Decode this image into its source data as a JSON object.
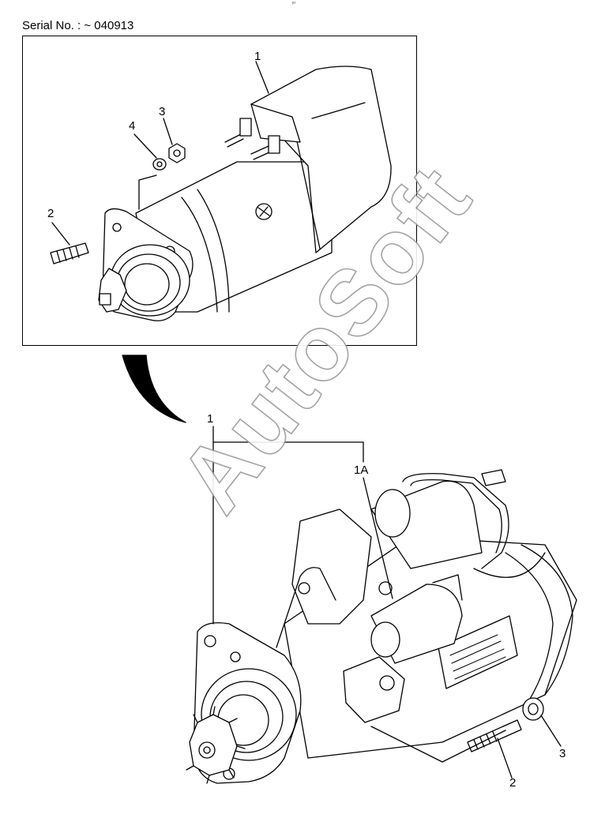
{
  "header": {
    "serial": "Serial No. : ~ 040913",
    "tiny_mark": "ᵖᵒ"
  },
  "top_view": {
    "callouts": {
      "c1": "1",
      "c2": "2",
      "c3": "3",
      "c4": "4"
    }
  },
  "bottom_view": {
    "callouts": {
      "c1": "1",
      "c1a": "1A",
      "c2": "2",
      "c3": "3"
    }
  },
  "watermark": "AutoSoft"
}
